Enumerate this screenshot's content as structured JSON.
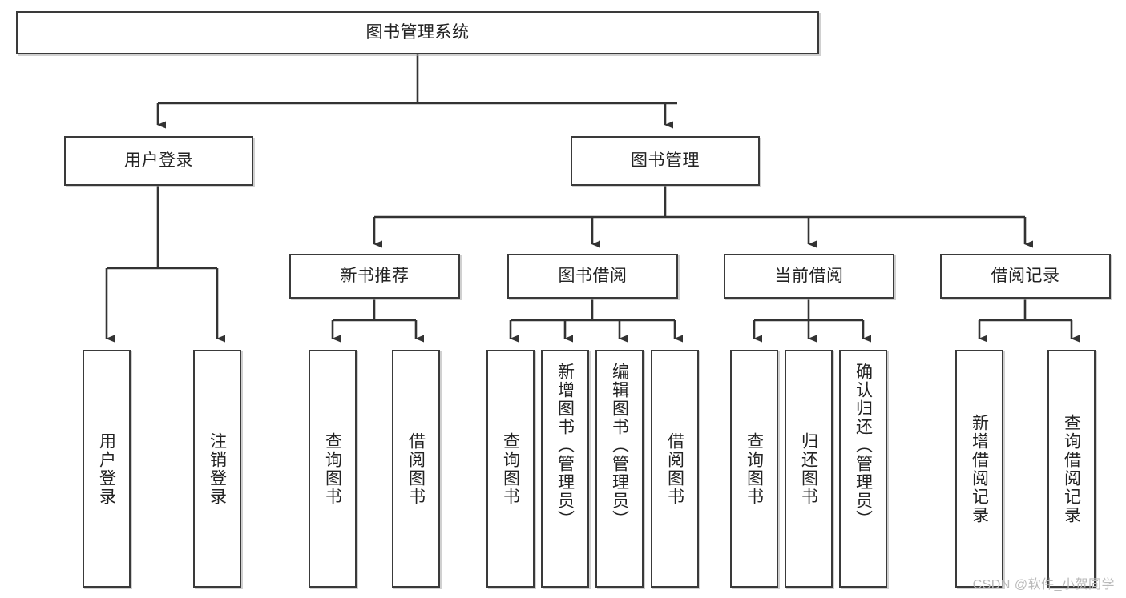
{
  "diagram": {
    "title": "图书管理系统",
    "type": "hierarchy-tree",
    "watermark": "CSDN @软件_小贺同学",
    "colors": {
      "box_border": "#3a3a3a",
      "box_fill": "#ffffff",
      "connector": "#333333",
      "text": "#232323",
      "watermark": "#b9b9b9"
    },
    "nodes": {
      "root": {
        "label": "图书管理系统"
      },
      "level2": [
        {
          "label": "用户登录"
        },
        {
          "label": "图书管理"
        }
      ],
      "level3": [
        {
          "label": "新书推荐"
        },
        {
          "label": "图书借阅"
        },
        {
          "label": "当前借阅"
        },
        {
          "label": "借阅记录"
        }
      ],
      "leaves": {
        "user_login": [
          {
            "label": "用户登录"
          },
          {
            "label": "注销登录"
          }
        ],
        "new_book_recommend": [
          {
            "label": "查询图书"
          },
          {
            "label": "借阅图书"
          }
        ],
        "book_borrow": [
          {
            "label": "查询图书"
          },
          {
            "label": "新增图书（管理员）"
          },
          {
            "label": "编辑图书（管理员）"
          },
          {
            "label": "借阅图书"
          }
        ],
        "current_borrow": [
          {
            "label": "查询图书"
          },
          {
            "label": "归还图书"
          },
          {
            "label": "确认归还（管理员）"
          }
        ],
        "borrow_record": [
          {
            "label": "新增借阅记录"
          },
          {
            "label": "查询借阅记录"
          }
        ]
      }
    }
  }
}
